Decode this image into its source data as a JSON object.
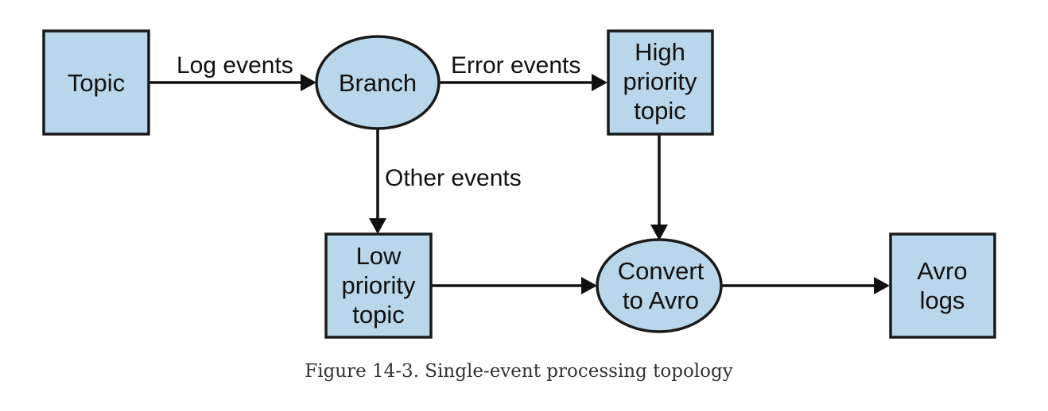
{
  "nodes": {
    "topic": "Topic",
    "branch": "Branch",
    "high_priority": [
      "High",
      "priority",
      "topic"
    ],
    "low_priority": [
      "Low",
      "priority",
      "topic"
    ],
    "convert": [
      "Convert",
      "to Avro"
    ],
    "avro_logs": [
      "Avro",
      "logs"
    ]
  },
  "edges": {
    "log_events": "Log events",
    "error_events": "Error events",
    "other_events": "Other events"
  },
  "caption": "Figure 14-3. Single-event processing topology",
  "colors": {
    "node_fill": "#b9d6ea",
    "stroke": "#1a1a1a"
  }
}
